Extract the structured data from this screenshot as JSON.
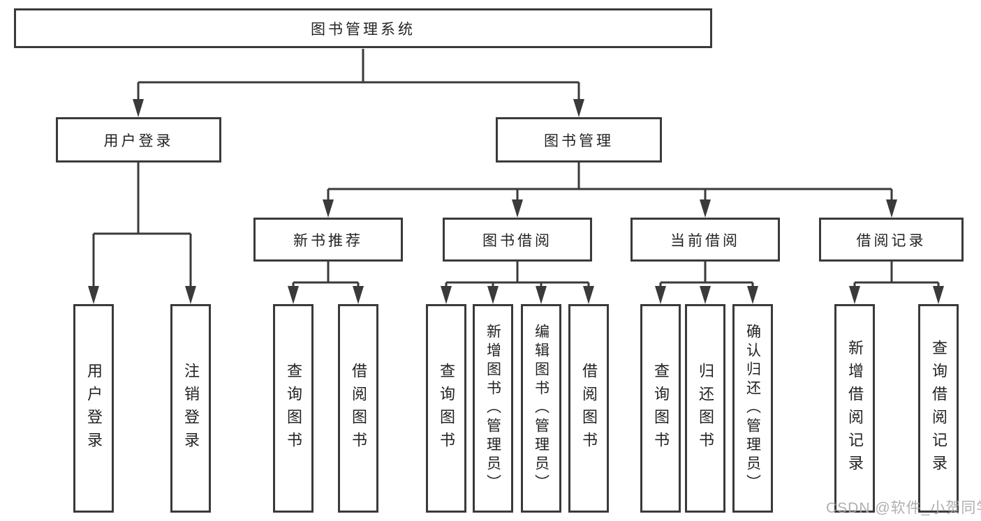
{
  "diagram": {
    "title": "图书管理系统",
    "type": "hierarchy-tree"
  },
  "colors": {
    "line": "#3a3a3a",
    "box_border": "#3a3a3a",
    "text": "#232323",
    "background": "#ffffff",
    "watermark": "#a8a8a8"
  },
  "nodes": {
    "root": {
      "label": "图书管理系统"
    },
    "user_login": {
      "label": "用户登录"
    },
    "book_mgmt": {
      "label": "图书管理"
    },
    "new_book_rec": {
      "label": "新书推荐"
    },
    "book_borrow": {
      "label": "图书借阅"
    },
    "current_borrow": {
      "label": "当前借阅"
    },
    "borrow_records": {
      "label": "借阅记录"
    },
    "leaf_user_login": {
      "label": "用户登录"
    },
    "leaf_logout": {
      "label": "注销登录"
    },
    "leaf_nbr_query": {
      "label": "查询图书"
    },
    "leaf_nbr_borrow": {
      "label": "借阅图书"
    },
    "leaf_bb_query": {
      "label": "查询图书"
    },
    "leaf_bb_add": {
      "label": "新增图书（管理员）"
    },
    "leaf_bb_edit": {
      "label": "编辑图书（管理员）"
    },
    "leaf_bb_borrow": {
      "label": "借阅图书"
    },
    "leaf_cb_query": {
      "label": "查询图书"
    },
    "leaf_cb_return": {
      "label": "归还图书"
    },
    "leaf_cb_confirm": {
      "label": "确认归还（管理员）"
    },
    "leaf_br_add": {
      "label": "新增借阅记录"
    },
    "leaf_br_query": {
      "label": "查询借阅记录"
    }
  },
  "hierarchy": {
    "root": [
      "user_login",
      "book_mgmt"
    ],
    "user_login": [
      "leaf_user_login",
      "leaf_logout"
    ],
    "book_mgmt": [
      "new_book_rec",
      "book_borrow",
      "current_borrow",
      "borrow_records"
    ],
    "new_book_rec": [
      "leaf_nbr_query",
      "leaf_nbr_borrow"
    ],
    "book_borrow": [
      "leaf_bb_query",
      "leaf_bb_add",
      "leaf_bb_edit",
      "leaf_bb_borrow"
    ],
    "current_borrow": [
      "leaf_cb_query",
      "leaf_cb_return",
      "leaf_cb_confirm"
    ],
    "borrow_records": [
      "leaf_br_add",
      "leaf_br_query"
    ]
  },
  "watermark": {
    "text": "CSDN @软件_小贺同学"
  }
}
